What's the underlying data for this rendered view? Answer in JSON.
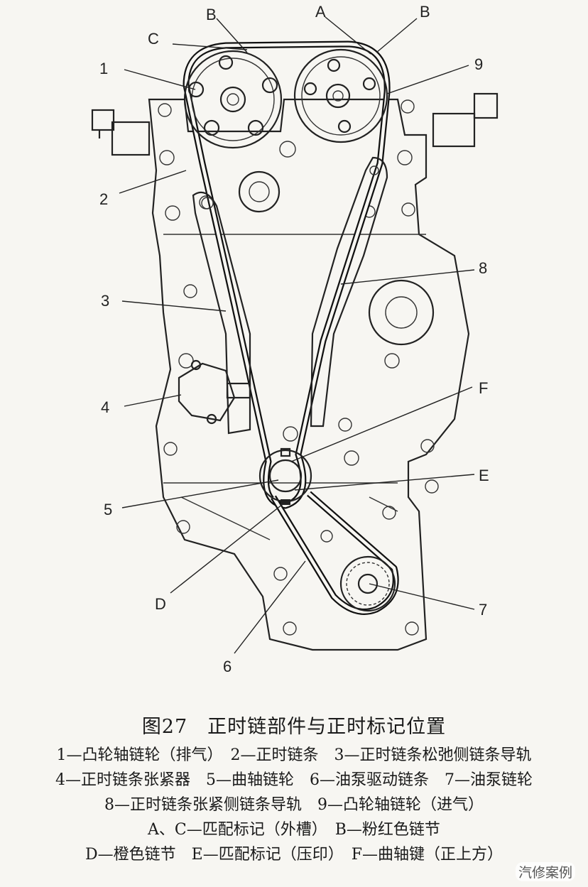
{
  "diagram": {
    "callouts": {
      "A": "A",
      "B_left": "B",
      "B_right": "B",
      "C": "C",
      "n1": "1",
      "n2": "2",
      "n3": "3",
      "n4": "4",
      "n5": "5",
      "n6": "6",
      "n7": "7",
      "n8": "8",
      "n9": "9",
      "D": "D",
      "E": "E",
      "F": "F"
    }
  },
  "caption": {
    "title": "图27　正时链部件与正时标记位置",
    "lines": [
      "1—凸轮轴链轮（排气）　2—正时链条　3—正时链条松弛侧链条导轨",
      "4—正时链条张紧器　5—曲轴链轮　6—油泵驱动链条　7—油泵链轮",
      "8—正时链条张紧侧链条导轨　9—凸轮轴链轮（进气）",
      "A、C—匹配标记（外槽）　B—粉红色链节",
      "D—橙色链节　E—匹配标记（压印）　F—曲轴键（正上方）"
    ]
  },
  "watermark": "汽修案例"
}
